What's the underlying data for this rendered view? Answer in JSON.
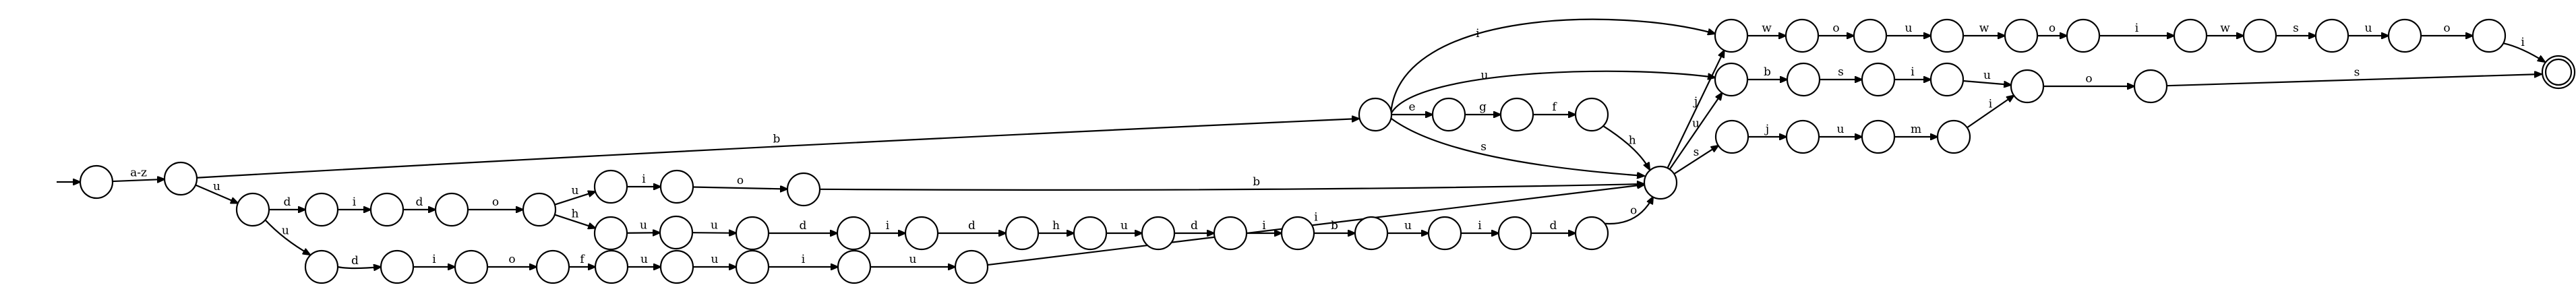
{
  "diagram": {
    "type": "finite-automaton",
    "edges": [
      {
        "from": "s0",
        "to": "s1",
        "label": "a-z"
      },
      {
        "from": "s1",
        "to": "s2",
        "label": "u"
      },
      {
        "from": "s1",
        "to": "s3",
        "label": "b"
      },
      {
        "from": "s2",
        "to": "s4",
        "label": "d"
      },
      {
        "from": "s2",
        "to": "s5",
        "label": "u"
      },
      {
        "from": "s4",
        "to": "s6",
        "label": "i"
      },
      {
        "from": "s6",
        "to": "s7",
        "label": "d"
      },
      {
        "from": "s7",
        "to": "s8",
        "label": "o"
      },
      {
        "from": "s8",
        "to": "s9",
        "label": "u"
      },
      {
        "from": "s8",
        "to": "s10",
        "label": "h"
      },
      {
        "from": "s9",
        "to": "s11",
        "label": "i"
      },
      {
        "from": "s11",
        "to": "s12",
        "label": "o"
      },
      {
        "from": "s12",
        "to": "hub",
        "label": "b"
      },
      {
        "from": "s10",
        "to": "s13",
        "label": "u"
      },
      {
        "from": "s13",
        "to": "s14",
        "label": "u"
      },
      {
        "from": "s14",
        "to": "s15",
        "label": "d"
      },
      {
        "from": "s15",
        "to": "s16",
        "label": "i"
      },
      {
        "from": "s16",
        "to": "s17",
        "label": "d"
      },
      {
        "from": "s17",
        "to": "s18",
        "label": "h"
      },
      {
        "from": "s18",
        "to": "s19",
        "label": "u"
      },
      {
        "from": "s19",
        "to": "s20",
        "label": "d"
      },
      {
        "from": "s20",
        "to": "s21",
        "label": "i"
      },
      {
        "from": "s21",
        "to": "s22",
        "label": "b"
      },
      {
        "from": "s22",
        "to": "s23",
        "label": "u"
      },
      {
        "from": "s23",
        "to": "s24",
        "label": "i"
      },
      {
        "from": "s24",
        "to": "s25",
        "label": "d"
      },
      {
        "from": "s25",
        "to": "hub",
        "label": "o"
      },
      {
        "from": "s5",
        "to": "s26",
        "label": "d"
      },
      {
        "from": "s26",
        "to": "s27",
        "label": "i"
      },
      {
        "from": "s27",
        "to": "s28",
        "label": "o"
      },
      {
        "from": "s28",
        "to": "s29",
        "label": "f"
      },
      {
        "from": "s29",
        "to": "s30",
        "label": "u"
      },
      {
        "from": "s30",
        "to": "s31",
        "label": "u"
      },
      {
        "from": "s31",
        "to": "s32",
        "label": "i"
      },
      {
        "from": "s32",
        "to": "s33",
        "label": "u"
      },
      {
        "from": "s33",
        "to": "hub",
        "label": "i"
      },
      {
        "from": "s3",
        "to": "s34",
        "label": "e"
      },
      {
        "from": "s34",
        "to": "s35",
        "label": "g"
      },
      {
        "from": "s35",
        "to": "s36",
        "label": "f"
      },
      {
        "from": "s36",
        "to": "hub",
        "label": "h"
      },
      {
        "from": "s3",
        "to": "hub",
        "label": "s"
      },
      {
        "from": "s3",
        "to": "w1",
        "label": "i"
      },
      {
        "from": "s3",
        "to": "b1",
        "label": "u"
      },
      {
        "from": "hub",
        "to": "w1",
        "label": "j"
      },
      {
        "from": "hub",
        "to": "b1",
        "label": "u"
      },
      {
        "from": "hub",
        "to": "j1",
        "label": "s"
      },
      {
        "from": "w1",
        "to": "w2",
        "label": "w"
      },
      {
        "from": "w2",
        "to": "w3",
        "label": "o"
      },
      {
        "from": "w3",
        "to": "w4",
        "label": "u"
      },
      {
        "from": "w4",
        "to": "w5",
        "label": "w"
      },
      {
        "from": "w5",
        "to": "w6",
        "label": "o"
      },
      {
        "from": "w6",
        "to": "w7",
        "label": "i"
      },
      {
        "from": "w7",
        "to": "w8",
        "label": "w"
      },
      {
        "from": "w8",
        "to": "w9",
        "label": "s"
      },
      {
        "from": "w9",
        "to": "w10",
        "label": "u"
      },
      {
        "from": "w10",
        "to": "w11",
        "label": "o"
      },
      {
        "from": "w11",
        "to": "acc",
        "label": "i"
      },
      {
        "from": "b1",
        "to": "b2",
        "label": "b"
      },
      {
        "from": "b2",
        "to": "b3",
        "label": "s"
      },
      {
        "from": "b3",
        "to": "b4",
        "label": "i"
      },
      {
        "from": "b4",
        "to": "m5",
        "label": "u"
      },
      {
        "from": "j1",
        "to": "j2",
        "label": "j"
      },
      {
        "from": "j2",
        "to": "j3",
        "label": "u"
      },
      {
        "from": "j3",
        "to": "j4",
        "label": "m"
      },
      {
        "from": "j4",
        "to": "m5",
        "label": "i"
      },
      {
        "from": "m5",
        "to": "m6",
        "label": "o"
      },
      {
        "from": "m6",
        "to": "acc",
        "label": "s"
      }
    ]
  }
}
